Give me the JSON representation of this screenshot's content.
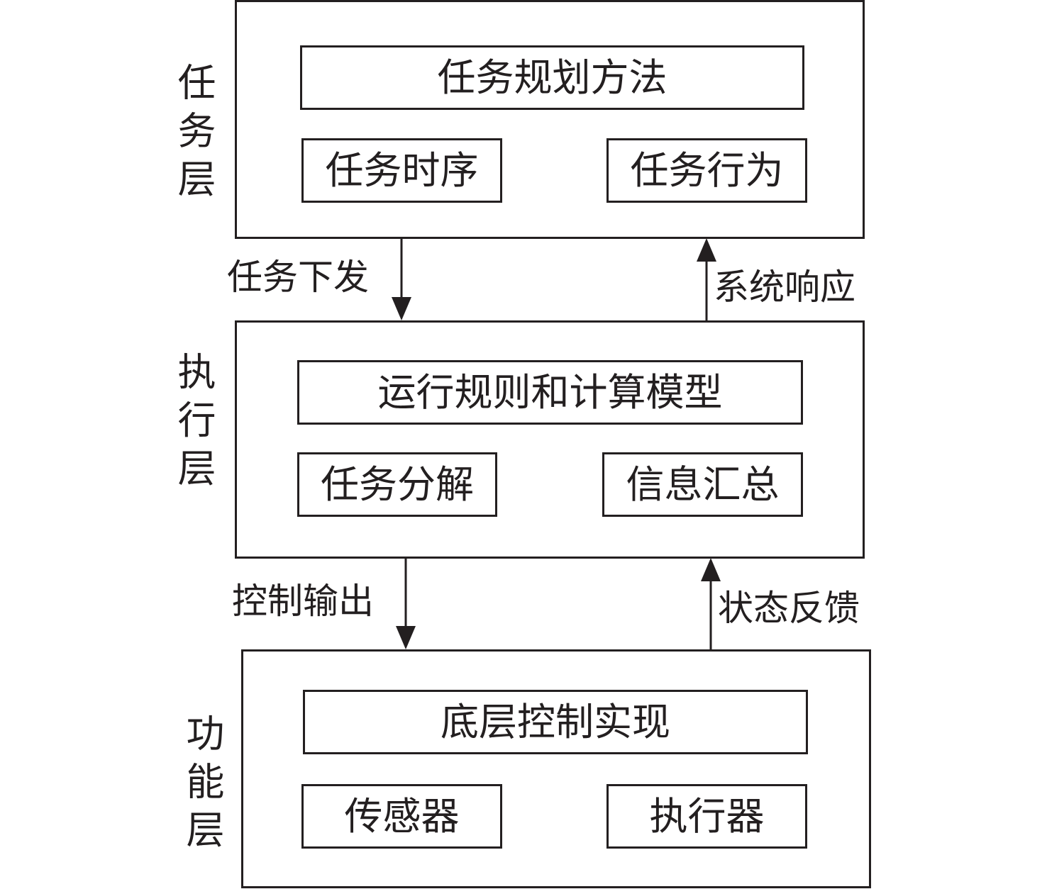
{
  "layers": {
    "task": {
      "label": "任务层",
      "main": "任务规划方法",
      "left": "任务时序",
      "right": "任务行为"
    },
    "exec": {
      "label": "执行层",
      "main": "运行规则和计算模型",
      "left": "任务分解",
      "right": "信息汇总"
    },
    "func": {
      "label": "功能层",
      "main": "底层控制实现",
      "left": "传感器",
      "right": "执行器"
    }
  },
  "arrows": {
    "task_down": "任务下发",
    "system_response": "系统响应",
    "control_output": "控制输出",
    "state_feedback": "状态反馈"
  },
  "colors": {
    "stroke": "#231f20",
    "background": "#ffffff"
  }
}
